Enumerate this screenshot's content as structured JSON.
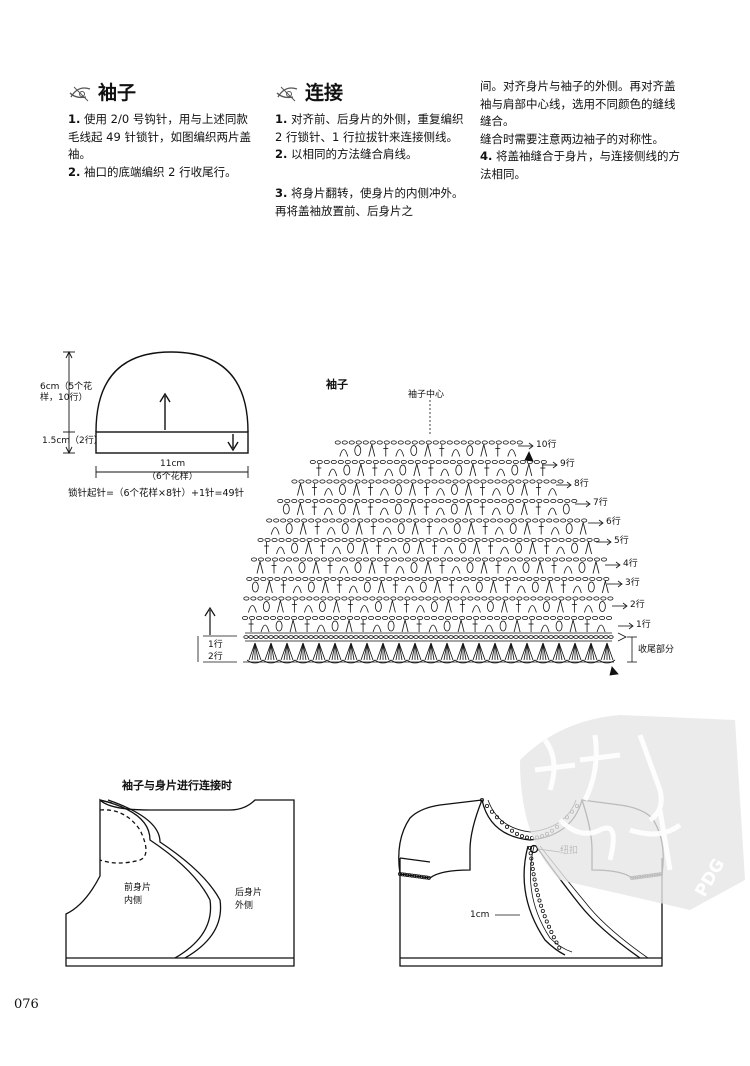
{
  "section_sleeve": {
    "title": "袖子",
    "items": [
      {
        "num": "1.",
        "text": "使用 2/0 号钩针，用与上述同款毛线起 49 针锁针，如图编织两片盖袖。"
      },
      {
        "num": "2.",
        "text": "袖口的底端编织 2 行收尾行。"
      }
    ]
  },
  "section_join": {
    "title": "连接",
    "items": [
      {
        "num": "1.",
        "text": "对齐前、后身片的外侧，重复编织 2 行锁针、1 行拉拔针来连接侧线。"
      },
      {
        "num": "2.",
        "text": "以相同的方法缝合肩线。"
      },
      {
        "num": "3.",
        "text": "将身片翻转，使身片的内侧冲外。再将盖袖放置前、后身片之间。对齐身片与袖子的外侧。再对齐盖袖与肩部中心线，选用不同颜色的缝线缝合。"
      },
      {
        "num": "",
        "text": "缝合时需要注意两边袖子的对称性。"
      },
      {
        "num": "4.",
        "text": "将盖袖缝合于身片，与连接侧线的方法相同。"
      }
    ]
  },
  "sleeve_diagram": {
    "height_top": "6cm（5个花样，10行）",
    "height_bottom": "1.5cm（2行）",
    "width": "11cm",
    "width_sub": "（6个花样）",
    "chain_formula": "锁针起针=（6个花样×8针）+1针=49针"
  },
  "chart": {
    "title": "袖子",
    "center_label": "袖子中心",
    "row_labels": [
      "10行",
      "9行",
      "8行",
      "7行",
      "6行",
      "5行",
      "4行",
      "3行",
      "2行",
      "1行"
    ],
    "left_rows": [
      "1行",
      "2行"
    ],
    "finish_label": "收尾部分"
  },
  "joining": {
    "title": "袖子与身片进行连接时",
    "front_label_1": "前身片",
    "front_label_2": "内侧",
    "back_label_1": "后身片",
    "back_label_2": "外侧"
  },
  "finished": {
    "button_label": "纽扣",
    "edge_label": "1cm"
  },
  "watermark": "PDG",
  "page_number": "076"
}
